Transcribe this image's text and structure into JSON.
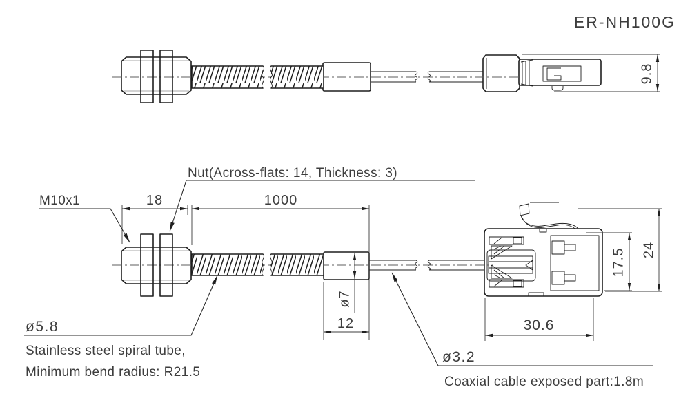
{
  "title": "ER-NH100G",
  "colors": {
    "line": "#1f1f1f",
    "text": "#3d3d3d",
    "background": "#ffffff"
  },
  "labels": {
    "thread_size": "M10x1",
    "nut_note": "Nut(Across-flats: 14, Thickness: 3)",
    "tube_diameter": "ø5.8",
    "tube_note_line1": "Stainless steel spiral tube,",
    "tube_note_line2": "Minimum bend radius: R21.5",
    "cable_diameter": "ø3.2",
    "cable_note": "Coaxial cable exposed part:1.8m"
  },
  "dimensions": {
    "head_length": "18",
    "tube_length": "1000",
    "sleeve_diameter": "ø7",
    "sleeve_length": "12",
    "connector_width": "30.6",
    "connector_body_height": "17.5",
    "connector_overall_height": "24",
    "connector_side_height": "9.8"
  }
}
